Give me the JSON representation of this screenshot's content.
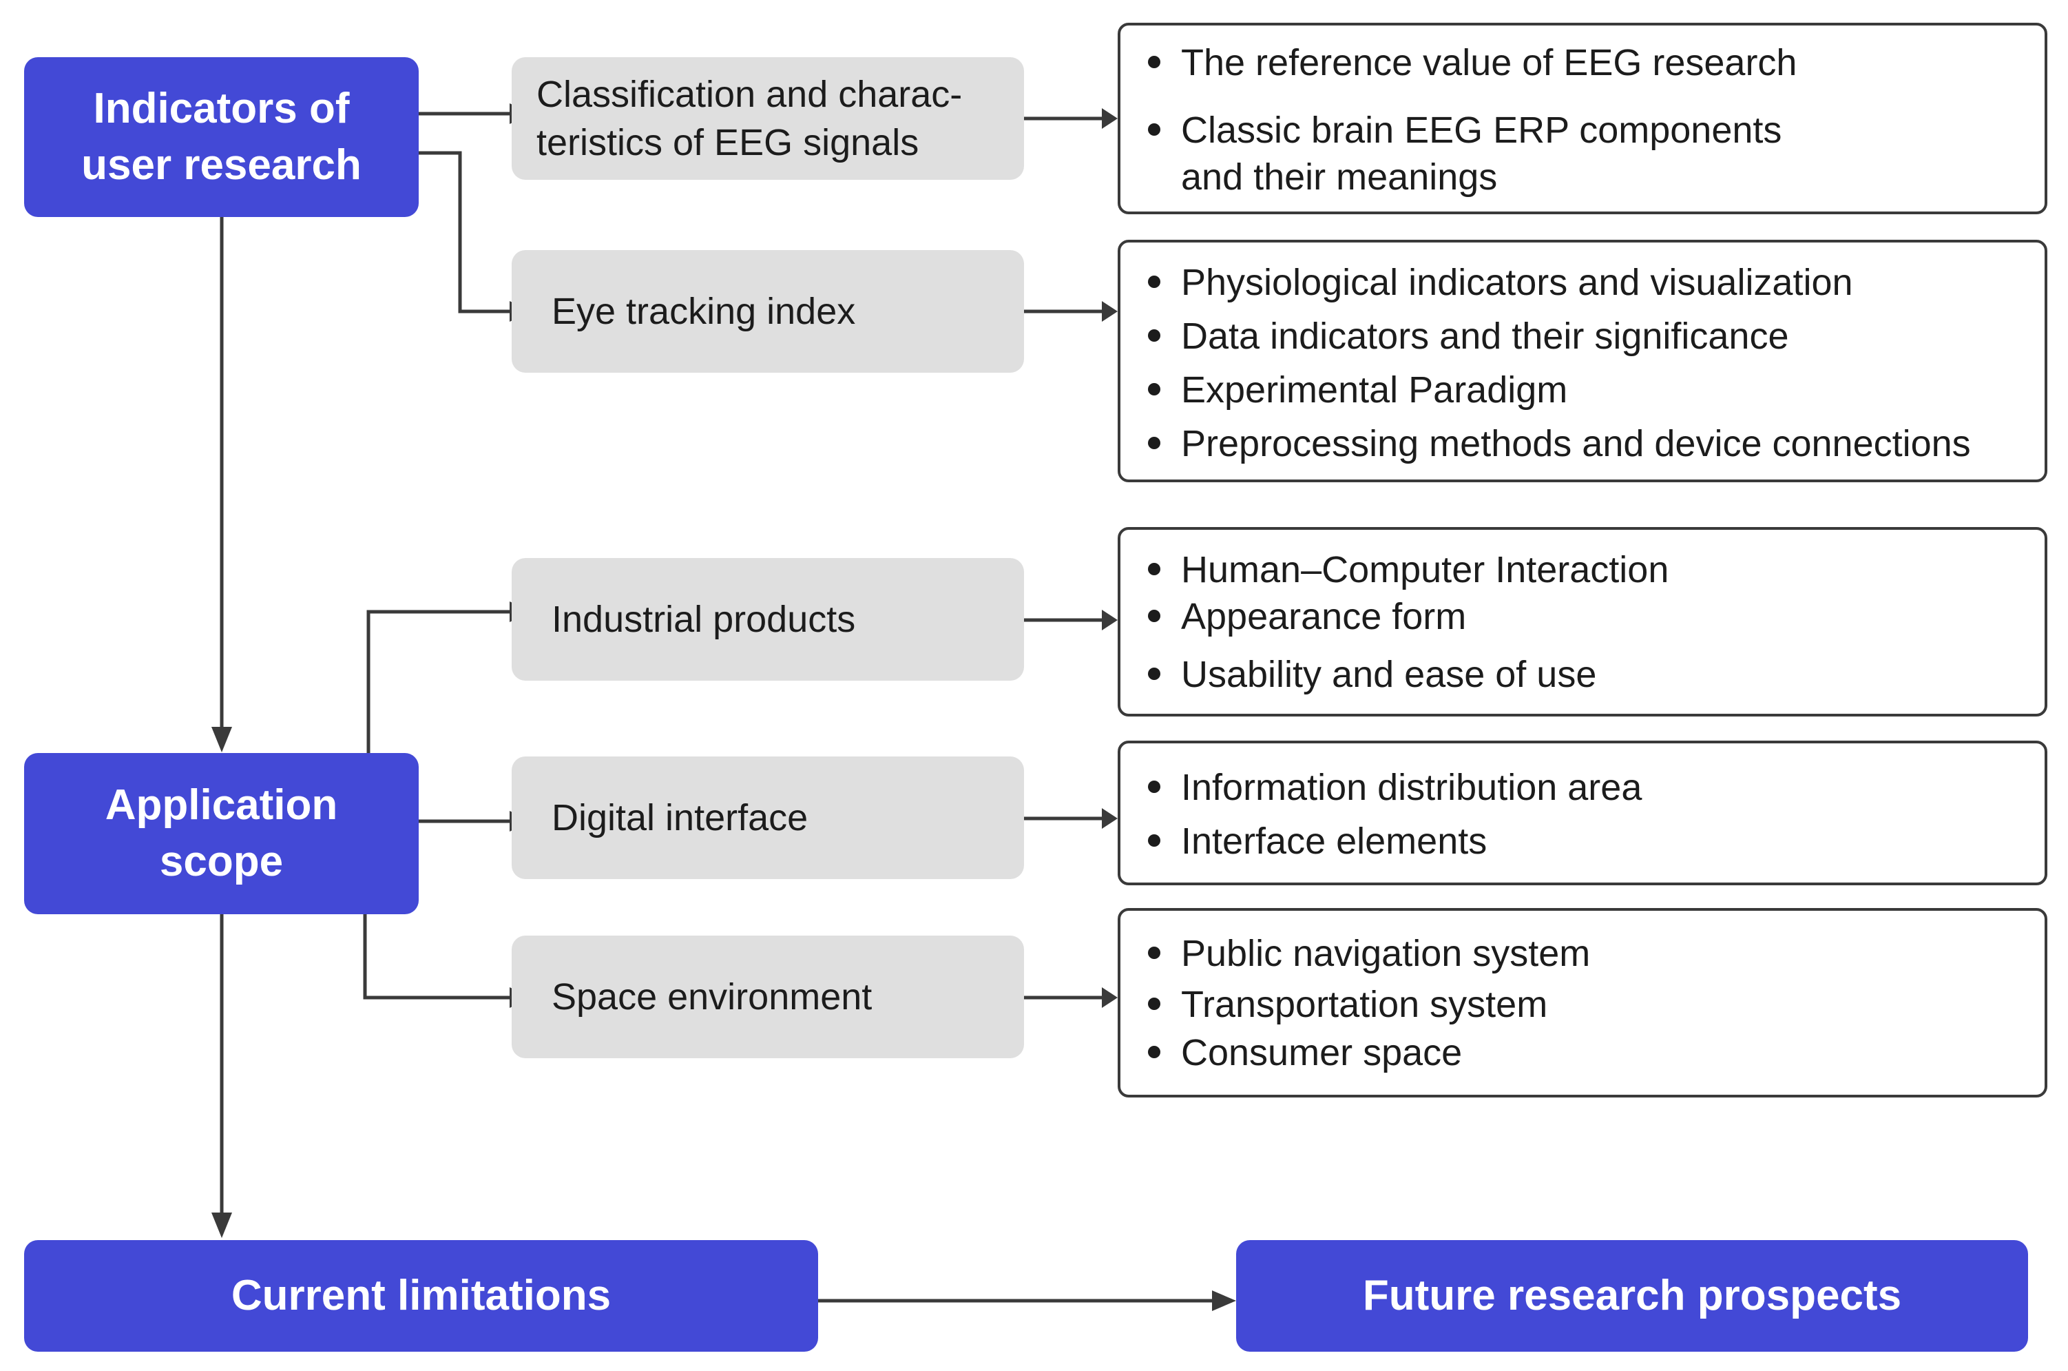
{
  "colors": {
    "primary": "#4349d6",
    "secondary": "#dfdfdf",
    "connector": "#3a3a3a"
  },
  "nodes": {
    "indicators": "Indicators of\nuser research",
    "application_scope": "Application\nscope",
    "current_limitations": "Current limitations",
    "future_prospects": "Future research prospects"
  },
  "categories": {
    "eeg": "Classification and charac-\nteristics of EEG signals",
    "eye": "Eye tracking index",
    "industrial": "Industrial products",
    "digital": "Digital interface",
    "space": "Space environment"
  },
  "details": {
    "eeg": [
      "The reference value of EEG research",
      "Classic brain EEG ERP components\nand their meanings"
    ],
    "eye": [
      "Physiological indicators and visualization",
      "Data indicators and their significance",
      "Experimental Paradigm",
      "Preprocessing methods and device connections"
    ],
    "industrial": [
      "Human–Computer Interaction",
      "Appearance form",
      "Usability and ease of use"
    ],
    "digital": [
      "Information distribution area",
      "Interface elements"
    ],
    "space": [
      "Public navigation system",
      "Transportation system",
      "Consumer space"
    ]
  }
}
